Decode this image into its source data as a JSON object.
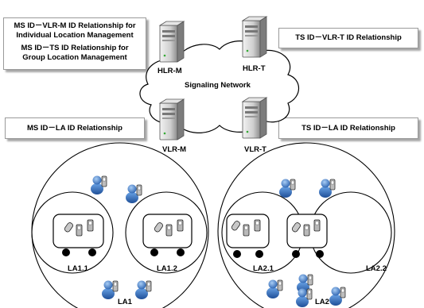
{
  "boxes": {
    "ms_vlrm": "MS ID－VLR-M ID Relationship for Individual Location Management",
    "ms_ts": "MS ID－TS ID Relationship for Group Location Management",
    "ts_vlrt": "TS ID－VLR-T ID Relationship",
    "ms_la": "MS ID－LA ID Relationship",
    "ts_la": "TS ID－LA ID Relationship"
  },
  "network": {
    "cloud_label": "Signaling Network",
    "servers": {
      "hlr_m": "HLR-M",
      "hlr_t": "HLR-T",
      "vlr_m": "VLR-M",
      "vlr_t": "VLR-T"
    }
  },
  "areas": {
    "la1": "LA1",
    "la1_1": "LA1.1",
    "la1_2": "LA1.2",
    "la2": "LA2",
    "la2_1": "LA2.1",
    "la2_2": "LA2.2"
  },
  "colors": {
    "cloud_stroke": "#000000",
    "server_body": "#d8d8d8",
    "user_blue": "#3f7fd0",
    "terminal_gray": "#9a9a9a"
  }
}
